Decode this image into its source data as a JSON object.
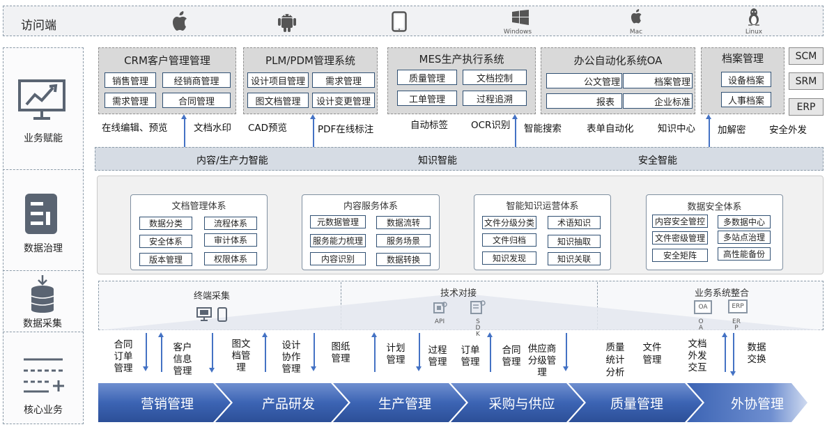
{
  "header": {
    "title": "访问端",
    "platforms": [
      {
        "icon": "apple-icon",
        "label": ""
      },
      {
        "icon": "android-icon",
        "label": ""
      },
      {
        "icon": "tablet-icon",
        "label": ""
      },
      {
        "icon": "windows-icon",
        "label": "Windows"
      },
      {
        "icon": "apple-icon",
        "label": "Mac"
      },
      {
        "icon": "linux-icon",
        "label": "Linux"
      }
    ]
  },
  "left_categories": {
    "business": "业务赋能",
    "governance": "数据治理",
    "collection": "数据采集",
    "core": "核心业务"
  },
  "systems": {
    "crm": {
      "title": "CRM客户管理管理",
      "items": [
        "销售管理",
        "经销商管理",
        "需求管理",
        "合同管理"
      ]
    },
    "plm": {
      "title": "PLM/PDM管理系统",
      "items": [
        "设计项目管理",
        "需求管理",
        "图文档管理",
        "设计变更管理"
      ]
    },
    "mes": {
      "title": "MES生产执行系统",
      "items": [
        "质量管理",
        "文档控制",
        "工单管理",
        "过程追溯"
      ]
    },
    "oa": {
      "title": "办公自动化系统OA",
      "items": [
        "公文管理",
        "档案管理",
        "报表",
        "企业标准"
      ]
    },
    "archive": {
      "title": "档案管理",
      "items": [
        "设备档案",
        "人事档案"
      ]
    },
    "side": [
      "SCM",
      "SRM",
      "ERP"
    ]
  },
  "capabilities": [
    "在线编辑、预览",
    "文档水印",
    "CAD预览",
    "PDF在线标注",
    "自动标签",
    "OCR识别",
    "智能搜索",
    "表单自动化",
    "知识中心",
    "加解密",
    "安全外发"
  ],
  "intelligence": [
    "内容/生产力智能",
    "知识智能",
    "安全智能"
  ],
  "governance": [
    {
      "title": "文档管理体系",
      "items": [
        "数据分类",
        "流程体系",
        "安全体系",
        "审计体系",
        "版本管理",
        "权限体系"
      ]
    },
    {
      "title": "内容服务体系",
      "items": [
        "元数据管理",
        "数据流转",
        "服务能力梳理",
        "服务场景",
        "内容识别",
        "数据转换"
      ]
    },
    {
      "title": "智能知识运营体系",
      "items": [
        "文件分级分类",
        "术语知识",
        "文件归档",
        "知识抽取",
        "知识发现",
        "知识关联"
      ]
    },
    {
      "title": "数据安全体系",
      "items": [
        "内容安全管控",
        "多数据中心",
        "文件密级管理",
        "多站点治理",
        "安全矩阵",
        "高性能备份"
      ]
    }
  ],
  "collection": {
    "terminal": "终端采集",
    "integration": "技术对接",
    "integration_icons": [
      "API",
      "SDK"
    ],
    "business": "业务系统整合",
    "business_icons": [
      "OA",
      "ERP"
    ]
  },
  "flows": [
    "合同订单管理",
    "客户信息管理",
    "图文档管理",
    "设计协作管理",
    "图纸管理",
    "计划管理",
    "过程管理",
    "订单管理",
    "合同管理",
    "供应商分级管理",
    "质量统计分析",
    "文件管理",
    "文档外发交互",
    "数据交换"
  ],
  "core_business": [
    "营销管理",
    "产品研发",
    "生产管理",
    "采购与供应",
    "质量管理",
    "外协管理"
  ],
  "colors": {
    "chevron": "#3c64b4",
    "border": "#2f4f72",
    "arrow": "#4472c4"
  }
}
